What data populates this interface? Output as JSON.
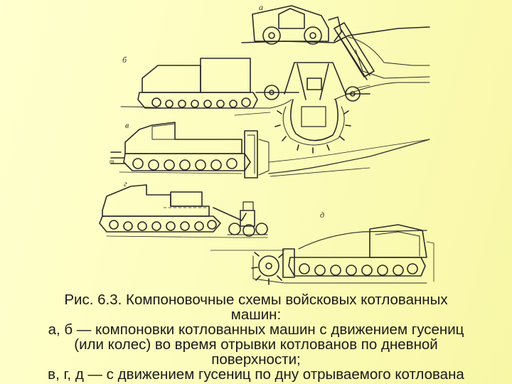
{
  "figure": {
    "panel_labels": [
      "а",
      "б",
      "в",
      "г",
      "д"
    ],
    "name": "technical-drawing-trench-machines"
  },
  "caption": {
    "line1": "Рис. 6.3. Компоновочные схемы войсковых котлованных",
    "line2": "машин:",
    "line3": "а, б — компоновки котлованных машин с движением гусениц",
    "line4": "(или колес) во время отрывки котлованов по дневной",
    "line5": "поверхности;",
    "line6": "в, г, д — с движением гусениц по дну отрываемого котлована"
  }
}
